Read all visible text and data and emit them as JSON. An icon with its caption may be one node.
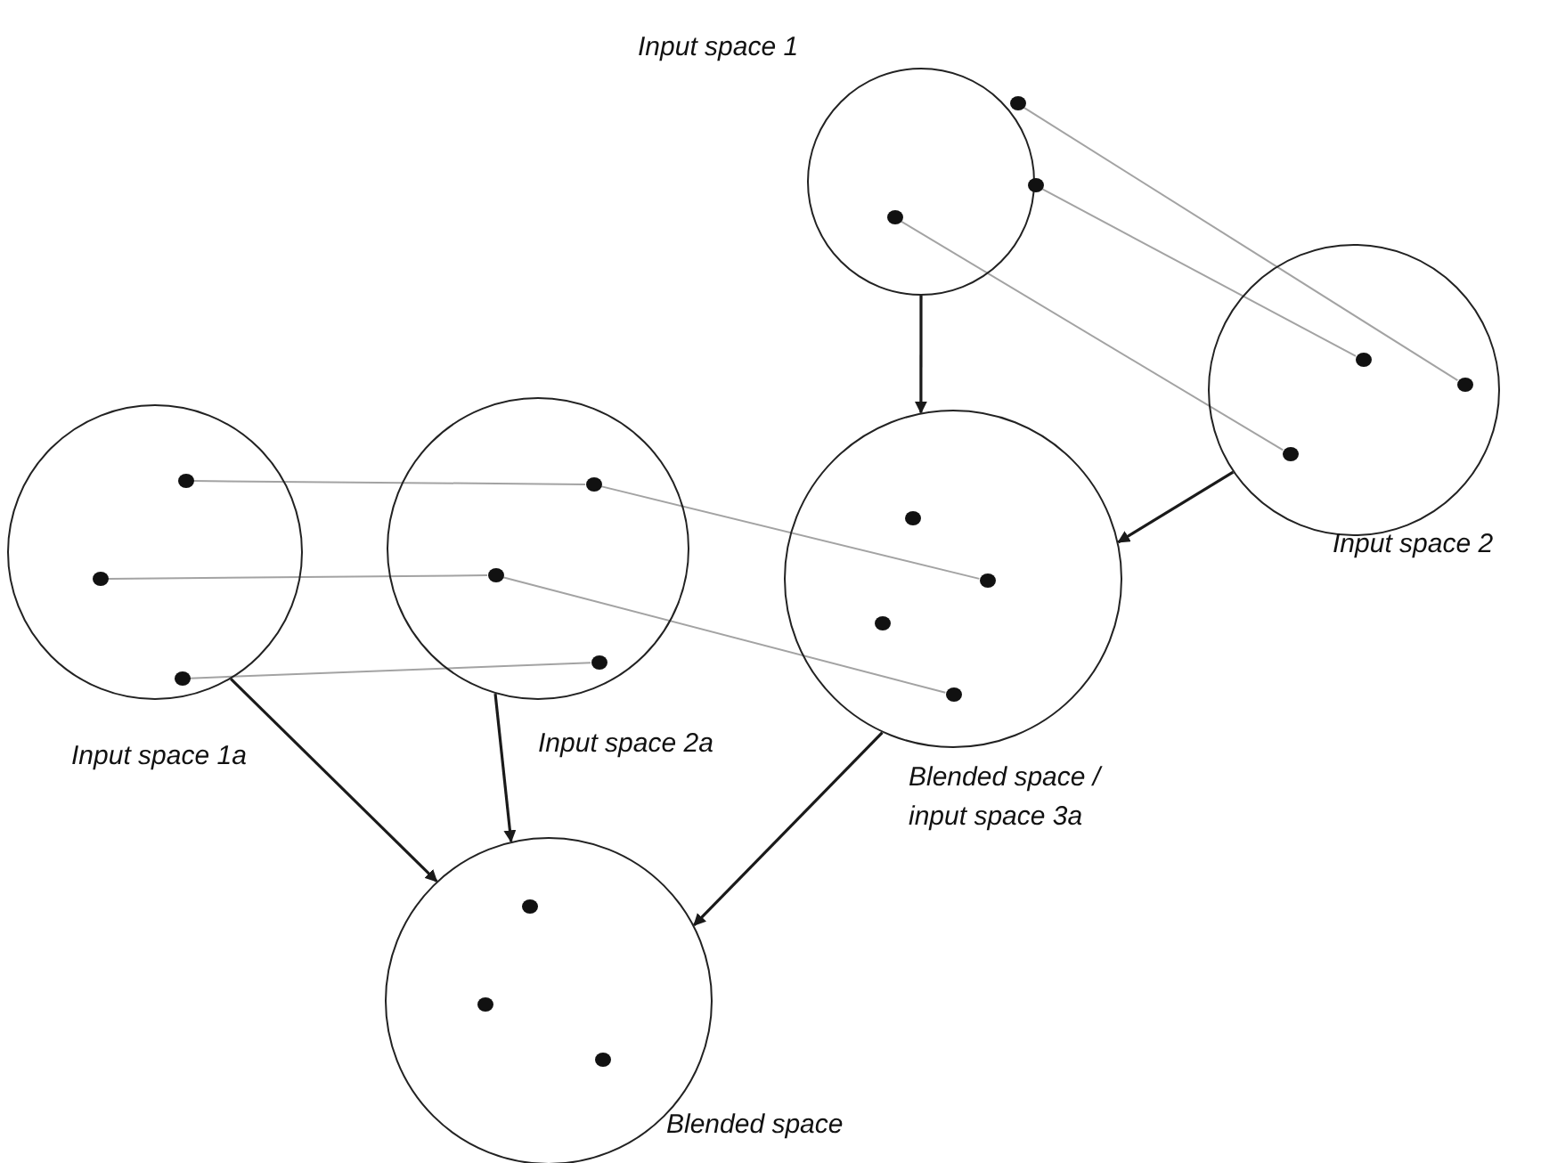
{
  "diagram": {
    "nodes": [
      {
        "text": [
          "Input space 1"
        ]
      },
      {
        "text": [],
        "shape": "circle",
        "in": 0
      },
      {
        "text": [],
        "shape": "circle",
        "in": 0
      },
      {
        "text": [],
        "shape": "circle",
        "in": 0
      },
      {
        "text": [
          "Input space 2"
        ]
      },
      {
        "text": [],
        "shape": "circle",
        "in": 4
      },
      {
        "text": [],
        "shape": "circle",
        "in": 4
      },
      {
        "text": [],
        "shape": "circle",
        "in": 4
      },
      {
        "text": [
          "Input space 1a"
        ]
      },
      {
        "text": [],
        "shape": "circle",
        "in": 8
      },
      {
        "text": [],
        "shape": "circle",
        "in": 8
      },
      {
        "text": [],
        "shape": "circle",
        "in": 8
      },
      {
        "text": [
          "Input space 2a"
        ]
      },
      {
        "text": [],
        "shape": "circle",
        "in": 12
      },
      {
        "text": [],
        "shape": "circle",
        "in": 12
      },
      {
        "text": [],
        "shape": "circle",
        "in": 12
      },
      {
        "text": [
          "Blended space / input space 3a"
        ]
      },
      {
        "text": [],
        "shape": "circle",
        "in": 16
      },
      {
        "text": [],
        "shape": "circle",
        "in": 16
      },
      {
        "text": [],
        "shape": "circle",
        "in": 16
      },
      {
        "text": [],
        "shape": "circle",
        "in": 16
      },
      {
        "text": [
          "Blended space"
        ]
      },
      {
        "text": [],
        "shape": "circle",
        "in": 21
      },
      {
        "text": [],
        "shape": "circle",
        "in": 21
      },
      {
        "text": [],
        "shape": "circle",
        "in": 21
      }
    ],
    "edges": [
      {
        "from": 1,
        "to": 6,
        "arrow": "none"
      },
      {
        "from": 2,
        "to": 5,
        "arrow": "none"
      },
      {
        "from": 3,
        "to": 7,
        "arrow": "none"
      },
      {
        "from": 9,
        "to": 13,
        "arrow": "none"
      },
      {
        "from": 10,
        "to": 14,
        "arrow": "none"
      },
      {
        "from": 11,
        "to": 15,
        "arrow": "none"
      },
      {
        "from": 13,
        "to": 18,
        "arrow": "none"
      },
      {
        "from": 14,
        "to": 20,
        "arrow": "none"
      },
      {
        "from": 0,
        "to": 16,
        "arrow": "to",
        "color": "#1a1a1a"
      },
      {
        "from": 4,
        "to": 16,
        "arrow": "to",
        "color": "#1a1a1a"
      },
      {
        "from": 8,
        "to": 21,
        "arrow": "to",
        "color": "#1a1a1a"
      },
      {
        "from": 12,
        "to": 21,
        "arrow": "to",
        "color": "#1a1a1a"
      },
      {
        "from": 16,
        "to": 21,
        "arrow": "to",
        "color": "#1a1a1a"
      }
    ]
  }
}
